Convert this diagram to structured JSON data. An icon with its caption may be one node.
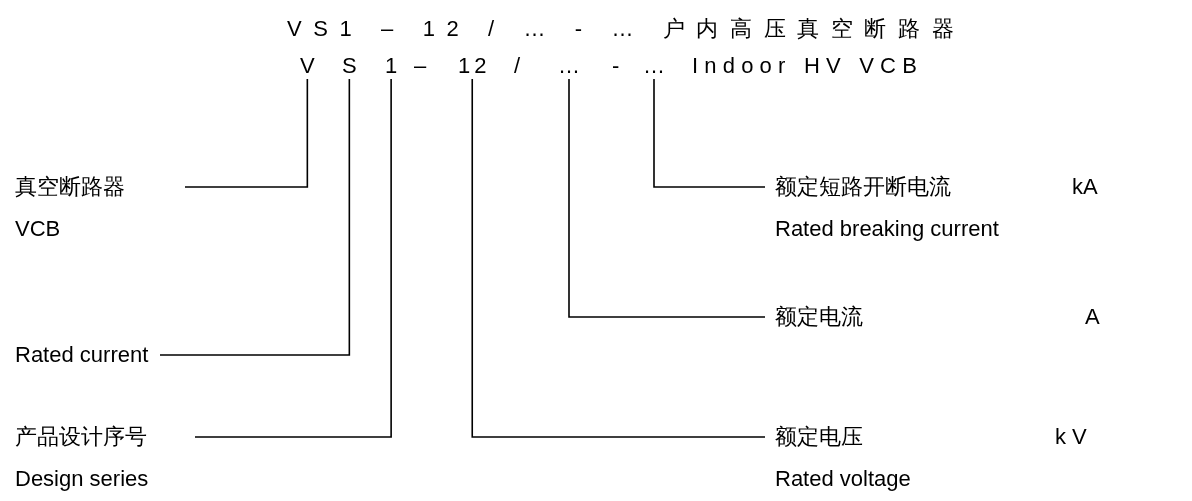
{
  "diagram": {
    "nodes": [
      {
        "text": [
          "V"
        ]
      },
      {
        "text": [
          "S"
        ]
      },
      {
        "text": [
          "1"
        ]
      },
      {
        "text": [
          "12"
        ]
      },
      {
        "text": [
          "…"
        ]
      },
      {
        "text": [
          "…"
        ]
      },
      {
        "text": [
          "真空断路器",
          "VCB"
        ]
      },
      {
        "text": [
          "额定短路开断电流",
          "Rated breaking current"
        ],
        "beside": [
          "kA"
        ]
      },
      {
        "text": [
          "Rated current"
        ]
      },
      {
        "text": [
          "额定电流"
        ],
        "beside": [
          "A"
        ]
      },
      {
        "text": [
          "产品设计序号",
          "Design series"
        ]
      },
      {
        "text": [
          "额定电压",
          "Rated voltage"
        ],
        "beside": [
          "k V"
        ]
      }
    ],
    "edges": [
      {
        "from": 6,
        "to": 0,
        "arrow": "none"
      },
      {
        "from": 7,
        "to": 5,
        "arrow": "none"
      },
      {
        "from": 8,
        "to": 1,
        "arrow": "none"
      },
      {
        "from": 9,
        "to": 4,
        "arrow": "none"
      },
      {
        "from": 10,
        "to": 2,
        "arrow": "none"
      },
      {
        "from": 11,
        "to": 3,
        "arrow": "none"
      }
    ],
    "labels": [
      "VS1 – 12 / … - … 户内高压真空断路器",
      "–",
      "/",
      "-",
      "Indoor HV VCB"
    ]
  }
}
